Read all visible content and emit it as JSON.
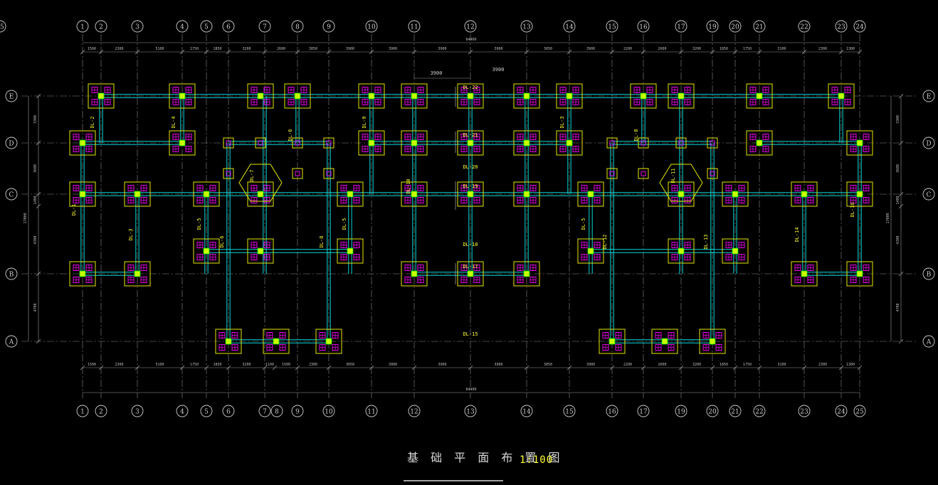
{
  "drawing": {
    "title": "基 础 平 面 布 置 图",
    "scale": "1:100"
  },
  "grid_columns": [
    "1",
    "2",
    "3",
    "4",
    "5",
    "6",
    "7",
    "8",
    "9",
    "10",
    "11",
    "12",
    "13",
    "14",
    "15",
    "16",
    "17",
    "19",
    "20",
    "21",
    "22",
    "23",
    "24",
    "25"
  ],
  "grid_rows": [
    "E",
    "D",
    "C",
    "B",
    "A"
  ],
  "top_segments": [
    "1500",
    "2300",
    "5100",
    "1750",
    "1850",
    "3200",
    "2600",
    "3050",
    "3900",
    "3900",
    "3900",
    "3900",
    "3050",
    "3900",
    "2200",
    "2600",
    "3200",
    "1850",
    "1750",
    "3100",
    "2300",
    "1300"
  ],
  "bottom_segments": [
    "1500",
    "2300",
    "5100",
    "1750",
    "1850",
    "3200",
    "1100",
    "1500",
    "2300",
    "3050",
    "3900",
    "3900",
    "3900",
    "3050",
    "3900",
    "2200",
    "2600",
    "3200",
    "1850",
    "1750",
    "3100",
    "2300",
    "1300"
  ],
  "overall_length": "84400",
  "left_dims": [
    "3300",
    "3600",
    "1400",
    "4300",
    "4700"
  ],
  "overall_height": "17000",
  "beam_labels": [
    {
      "text": "DL-2"
    },
    {
      "text": "DL-4"
    },
    {
      "text": "DL-6"
    },
    {
      "text": "DL-9"
    },
    {
      "text": "DL-22"
    },
    {
      "text": "DL-8"
    },
    {
      "text": "DL-3"
    },
    {
      "text": "DL-21"
    },
    {
      "text": "DL-20"
    },
    {
      "text": "DL-19"
    },
    {
      "text": "DL-7"
    },
    {
      "text": "DL-10"
    },
    {
      "text": "DL-11"
    },
    {
      "text": "DL-1"
    },
    {
      "text": "DL-3"
    },
    {
      "text": "DL-5"
    },
    {
      "text": "DL-6"
    },
    {
      "text": "DL-8"
    },
    {
      "text": "DL-5"
    },
    {
      "text": "DL-18"
    },
    {
      "text": "DL-17"
    },
    {
      "text": "DL-5"
    },
    {
      "text": "DL-13"
    },
    {
      "text": "DL-12"
    },
    {
      "text": "DL-14"
    },
    {
      "text": "DL-16"
    },
    {
      "text": "DL-15"
    }
  ],
  "extra_dims": [
    {
      "text": "3900"
    },
    {
      "text": "3900"
    }
  ]
}
